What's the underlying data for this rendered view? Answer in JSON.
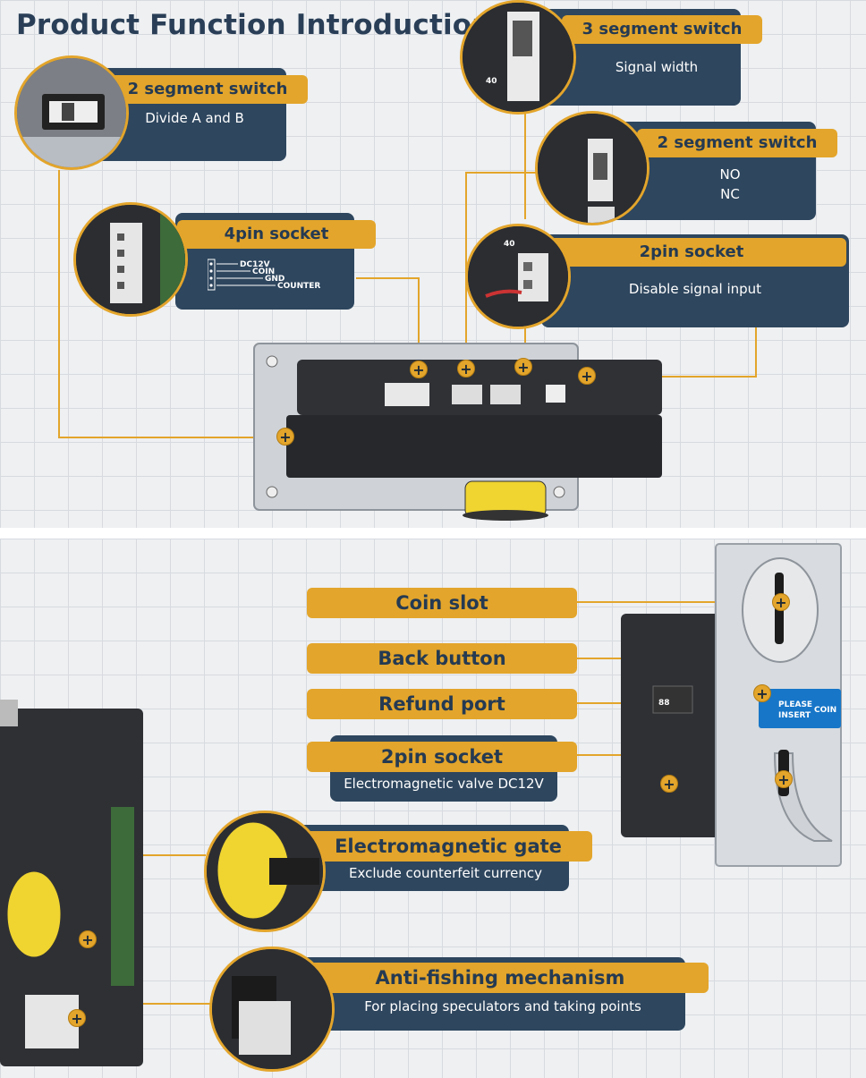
{
  "title": "Product Function Introduction",
  "top_callouts": {
    "three_segment_switch": {
      "label": "3 segment switch",
      "desc": "Signal width"
    },
    "two_segment_switch_ab": {
      "label": "2 segment switch",
      "desc": "Divide A and B"
    },
    "two_segment_switch_nonc": {
      "label": "2 segment switch",
      "desc_1": "NO",
      "desc_2": "NC"
    },
    "four_pin_socket": {
      "label": "4pin socket",
      "pins": [
        "DC12V",
        "COIN",
        "GND",
        "COUNTER"
      ]
    },
    "two_pin_socket_disable": {
      "label": "2pin socket",
      "desc": "Disable signal input"
    }
  },
  "bottom_callouts": {
    "coin_slot": {
      "label": "Coin slot"
    },
    "back_button": {
      "label": "Back button"
    },
    "refund_port": {
      "label": "Refund port"
    },
    "two_pin_socket_valve": {
      "label": "2pin socket",
      "desc": "Electromagnetic valve DC12V"
    },
    "electromagnetic_gate": {
      "label": "Electromagnetic gate",
      "desc": "Exclude counterfeit currency"
    },
    "anti_fishing": {
      "label": "Anti-fishing mechanism",
      "desc": "For placing speculators and taking points"
    }
  },
  "device_faceplate": {
    "please_insert_1": "PLEASE",
    "please_insert_2": "INSERT",
    "coin": "COIN",
    "display": "88"
  },
  "colors": {
    "accent": "#e3a52b",
    "card": "#2e465e",
    "title": "#2a3f57"
  },
  "icons": {
    "marker": "plus-marker-icon"
  }
}
